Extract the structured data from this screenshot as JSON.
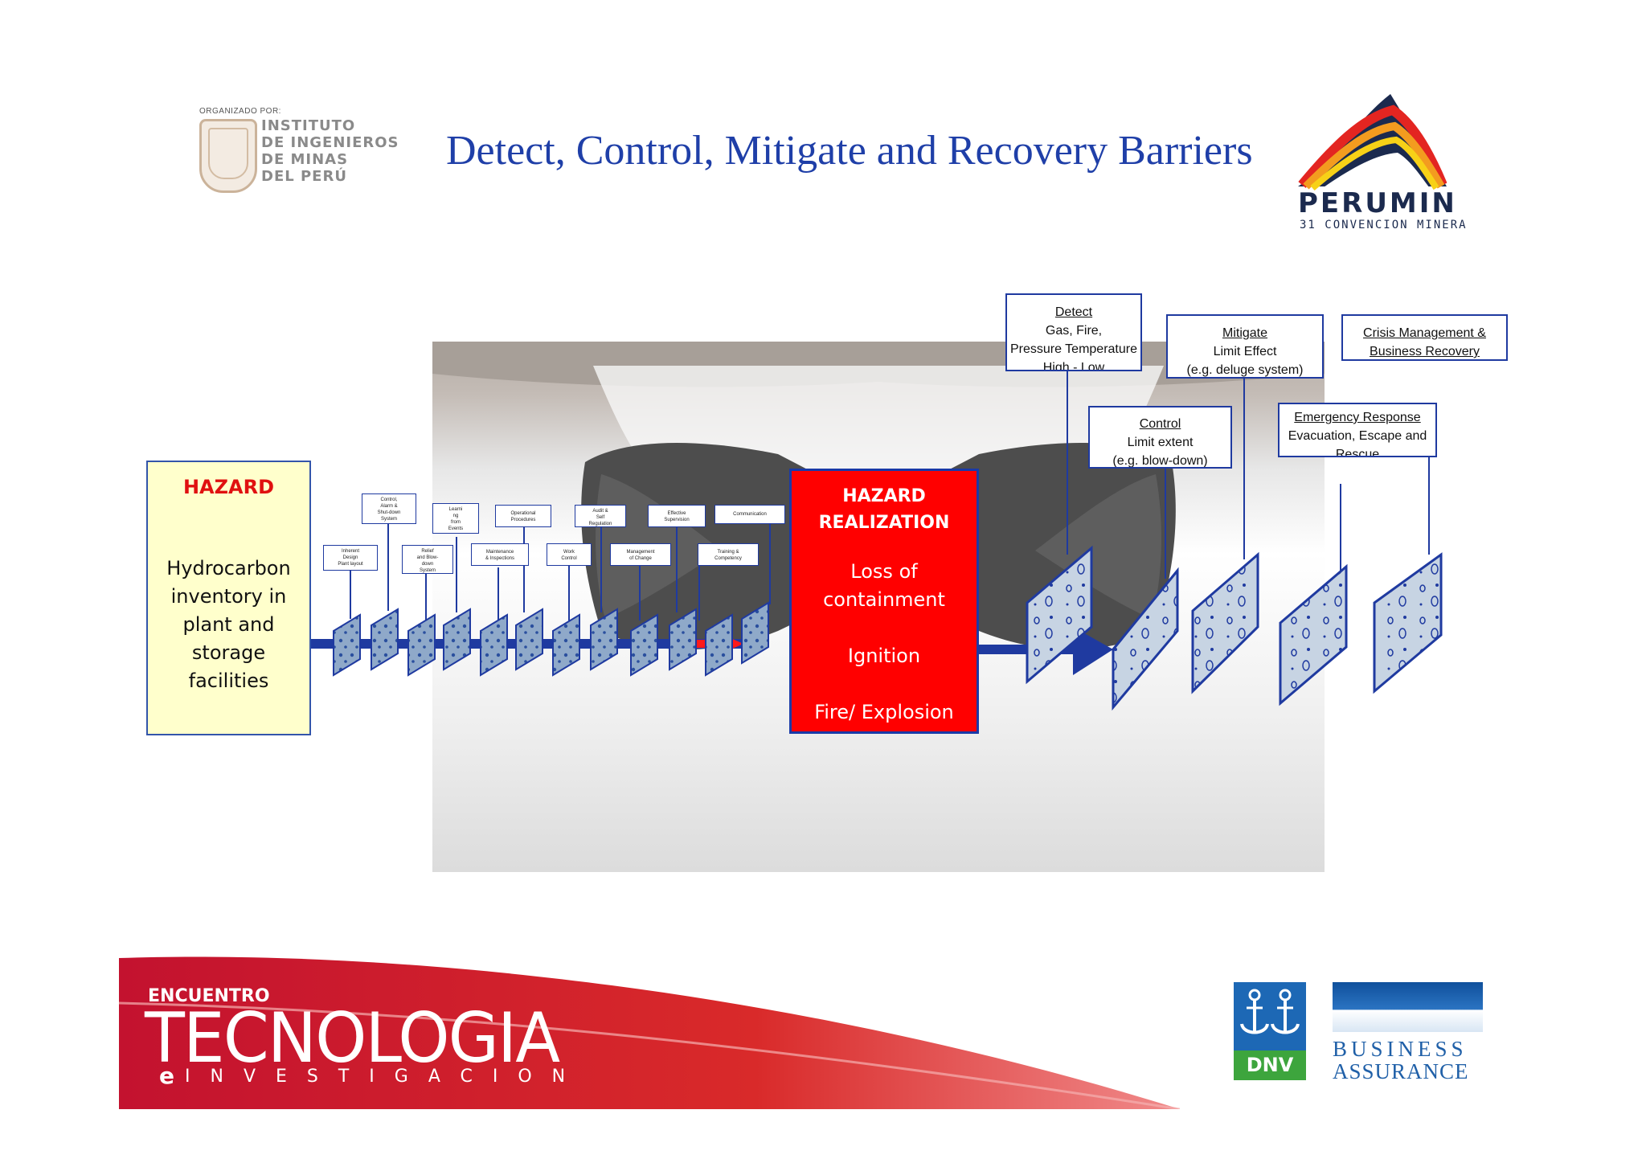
{
  "title": "Detect, Control, Mitigate and Recovery Barriers",
  "org_logo": {
    "label": "ORGANIZADO POR:",
    "lines": [
      "INSTITUTO",
      "DE INGENIEROS",
      "DE MINAS",
      "DEL PERÚ"
    ]
  },
  "perumin_logo": {
    "name": "PERUMIN",
    "subtitle": "31 CONVENCION MINERA"
  },
  "hazard": {
    "title": "HAZARD",
    "description": [
      "Hydrocarbon",
      "inventory in",
      "plant and",
      "storage",
      "facilities"
    ]
  },
  "prevention_barriers": [
    {
      "lines": [
        "Control,",
        "Alarm &",
        "Shut-down",
        "System"
      ]
    },
    {
      "lines": [
        "Learni",
        "ng",
        "from",
        "Events"
      ]
    },
    {
      "lines": [
        "Operational",
        "Procedures"
      ]
    },
    {
      "lines": [
        "Audit &",
        "Self",
        "Regulation"
      ]
    },
    {
      "lines": [
        "Effective",
        "Supervision"
      ]
    },
    {
      "lines": [
        "Communication"
      ]
    },
    {
      "lines": [
        "Inherent",
        "Design",
        "Plant layout"
      ]
    },
    {
      "lines": [
        "Relief",
        "and Blow-",
        "down",
        "System"
      ]
    },
    {
      "lines": [
        "Maintenance",
        "& Inspections"
      ]
    },
    {
      "lines": [
        "Work",
        "Control"
      ]
    },
    {
      "lines": [
        "Management",
        "of Change"
      ]
    },
    {
      "lines": [
        "Training &",
        "Competency"
      ]
    }
  ],
  "hazard_realization": {
    "title_lines": [
      "HAZARD",
      "REALIZATION"
    ],
    "lines": [
      "Loss  of",
      "containment",
      "Ignition",
      "Fire/ Explosion"
    ]
  },
  "recovery_barriers": [
    {
      "heading": "Detect",
      "lines": [
        "Gas, Fire,",
        "Pressure Temperature",
        "High - Low"
      ]
    },
    {
      "heading": "Mitigate",
      "lines": [
        "Limit Effect",
        "(e.g. deluge system)"
      ]
    },
    {
      "heading": "Crisis Management &",
      "lines": [
        "Business Recovery"
      ]
    },
    {
      "heading": "Control",
      "lines": [
        "Limit extent",
        "(e.g. blow-down)"
      ]
    },
    {
      "heading": "Emergency Response",
      "lines": [
        "Evacuation, Escape and",
        "Rescue"
      ]
    }
  ],
  "event_banner": {
    "line1": "ENCUENTRO",
    "line2": "TECNOLOGIA",
    "line3": "INVESTIGACION",
    "mark": "e"
  },
  "dnv_logo": {
    "text": "DNV",
    "business": "BUSINESS",
    "assurance": "ASSURANCE"
  },
  "colors": {
    "title_blue": "#1f3fa8",
    "hazard_red": "#e01010",
    "realization_fill": "#ff0000",
    "hazard_fill": "#ffffcc",
    "barrier_blue": "#1f3aa0"
  }
}
